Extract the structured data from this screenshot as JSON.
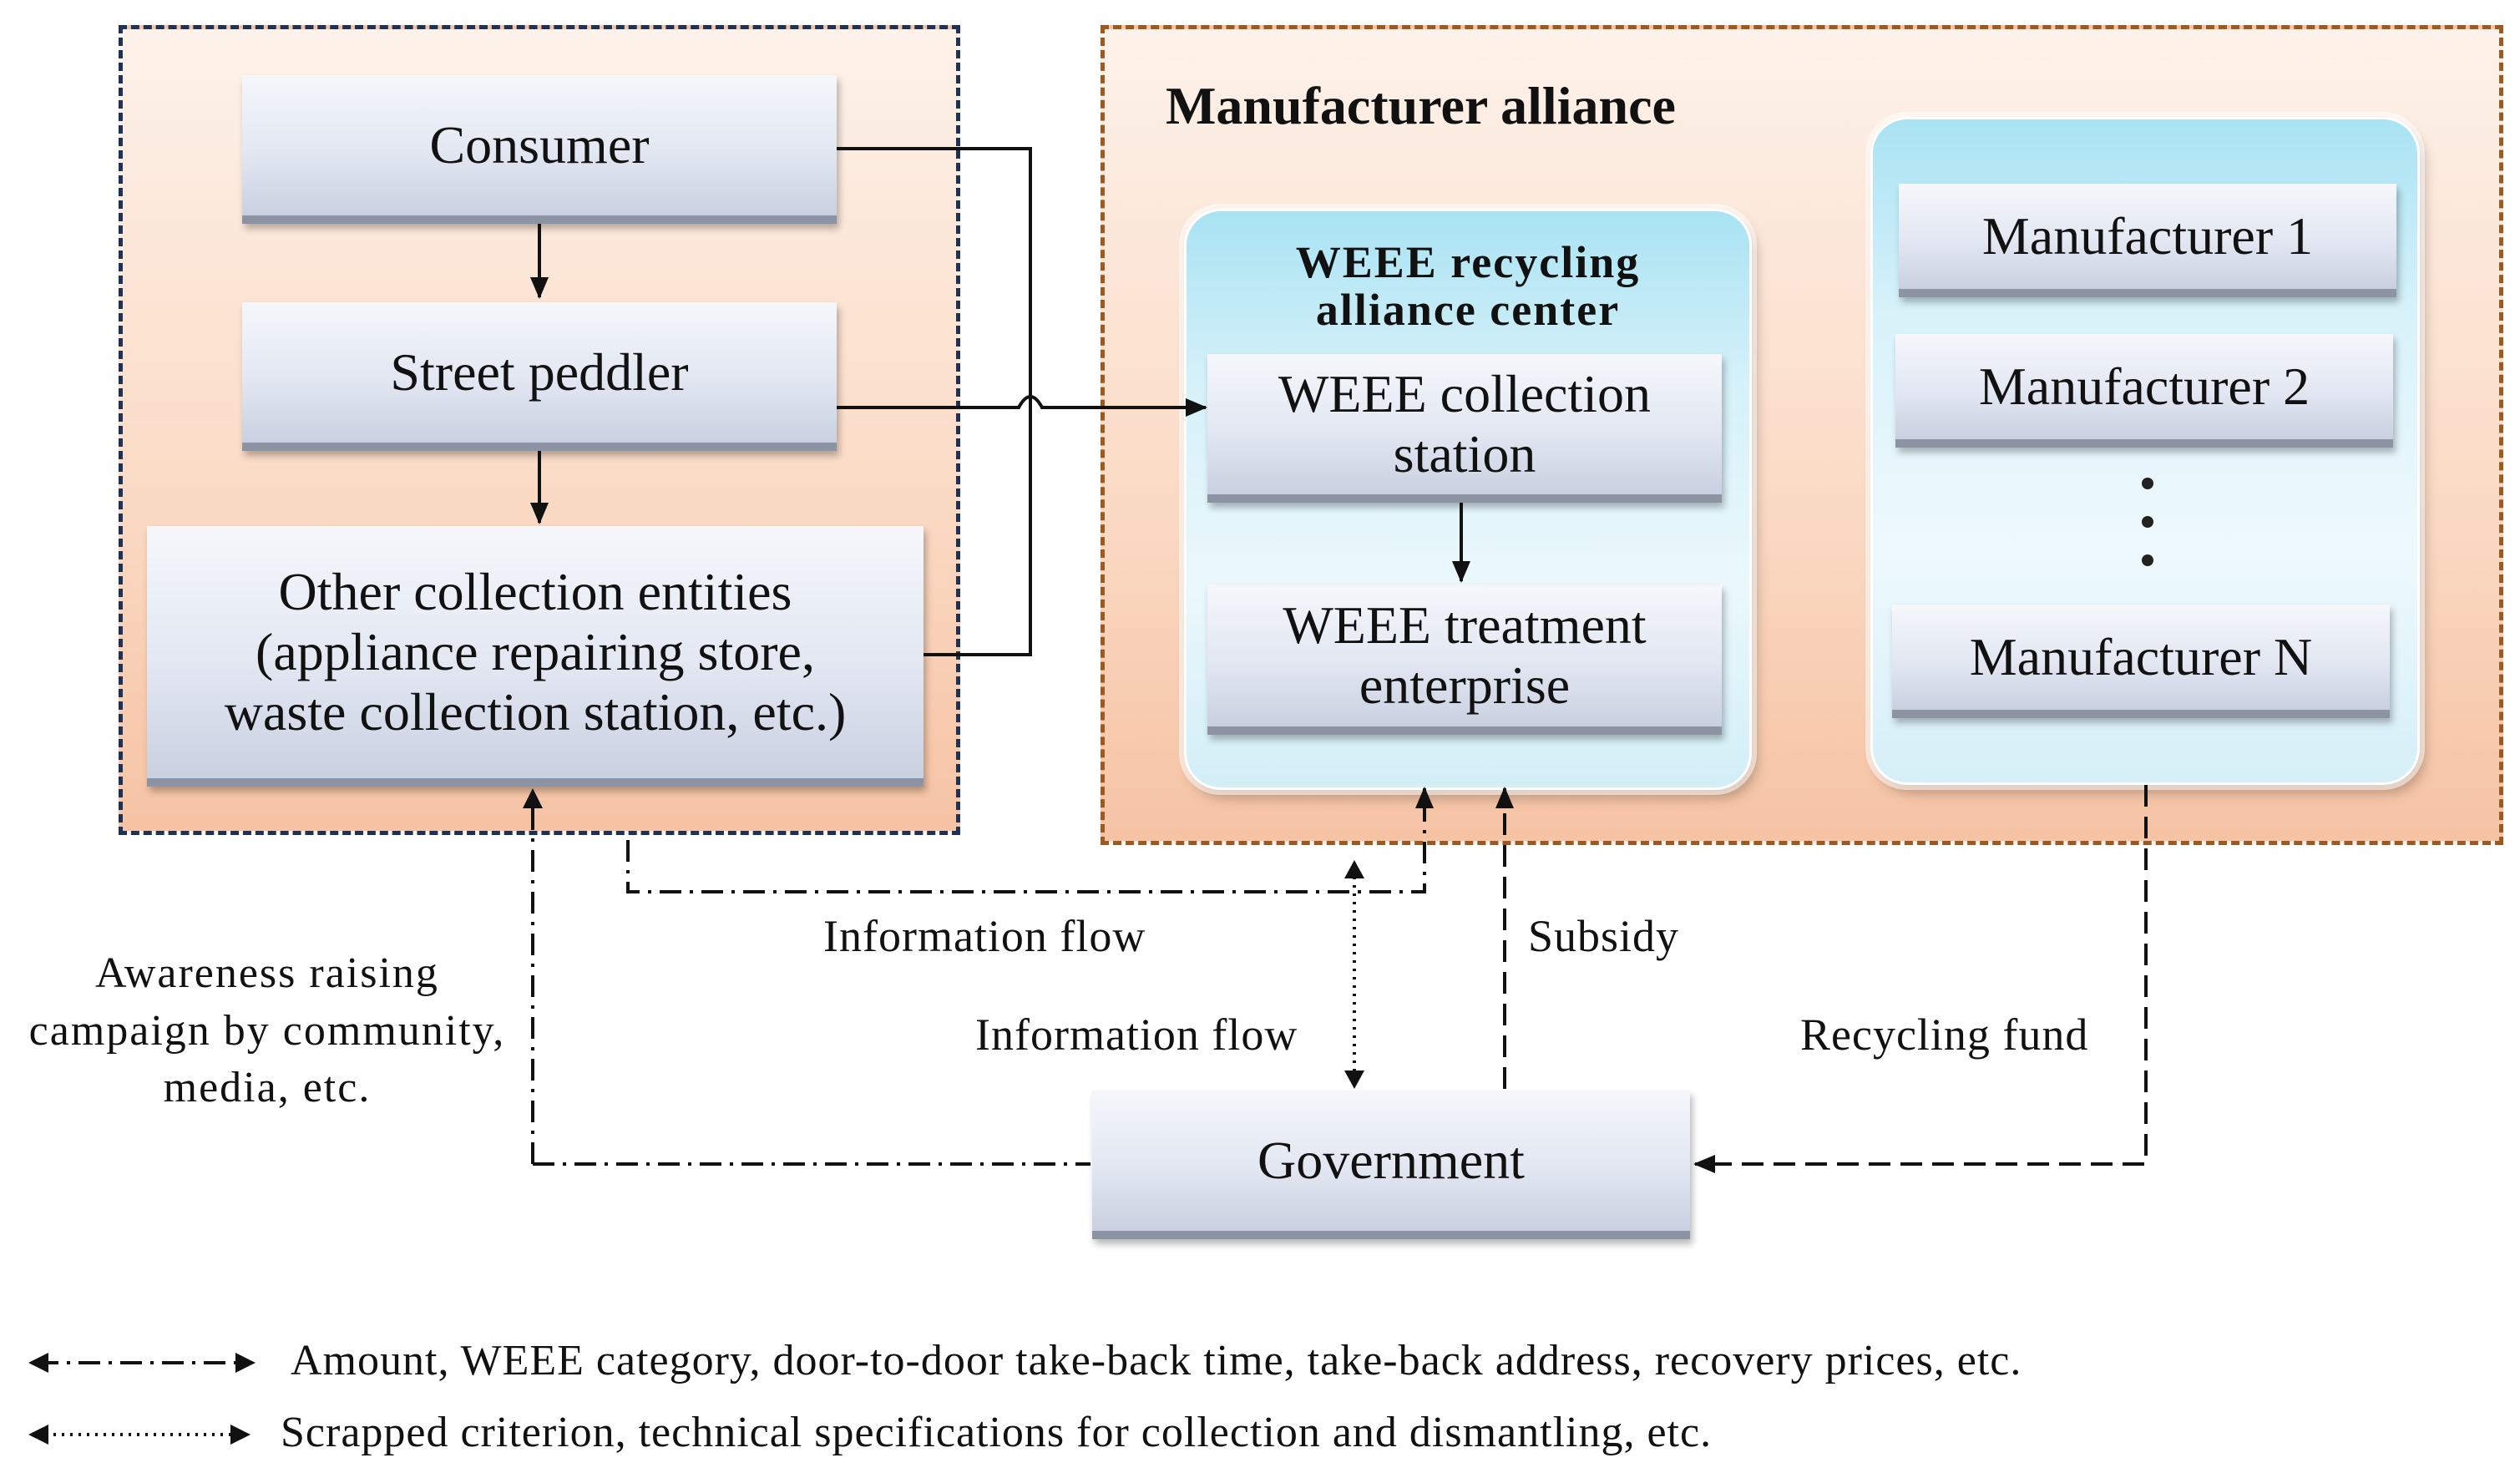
{
  "left_group": {
    "consumer": "Consumer",
    "street_peddler": "Street peddler",
    "other_collection": [
      "Other collection entities",
      "(appliance repairing store,",
      "waste collection station, etc.)"
    ]
  },
  "alliance": {
    "title": "Manufacturer alliance",
    "center_title": [
      "WEEE recycling",
      "alliance center"
    ],
    "collection_station": [
      "WEEE collection",
      "station"
    ],
    "treatment_enterprise": [
      "WEEE treatment",
      "enterprise"
    ],
    "manufacturers": [
      "Manufacturer 1",
      "Manufacturer 2",
      "Manufacturer N"
    ]
  },
  "government": "Government",
  "flows": {
    "information_flow_1": "Information flow",
    "information_flow_2": "Information flow",
    "subsidy": "Subsidy",
    "recycling_fund": "Recycling fund",
    "awareness": "Awareness raising campaign by community, media, etc."
  },
  "legend": {
    "dashdot": "Amount, WEEE category, door-to-door take-back time, take-back address, recovery prices, etc.",
    "dotted": "Scrapped criterion, technical specifications for collection and dismantling, etc."
  },
  "colors": {
    "left_border": "#1e3258",
    "right_border": "#9a5a22",
    "region_fill": "#fbdcc7",
    "panel_fill": "#bfe9f6",
    "box_fill": "#e2e7f2"
  }
}
